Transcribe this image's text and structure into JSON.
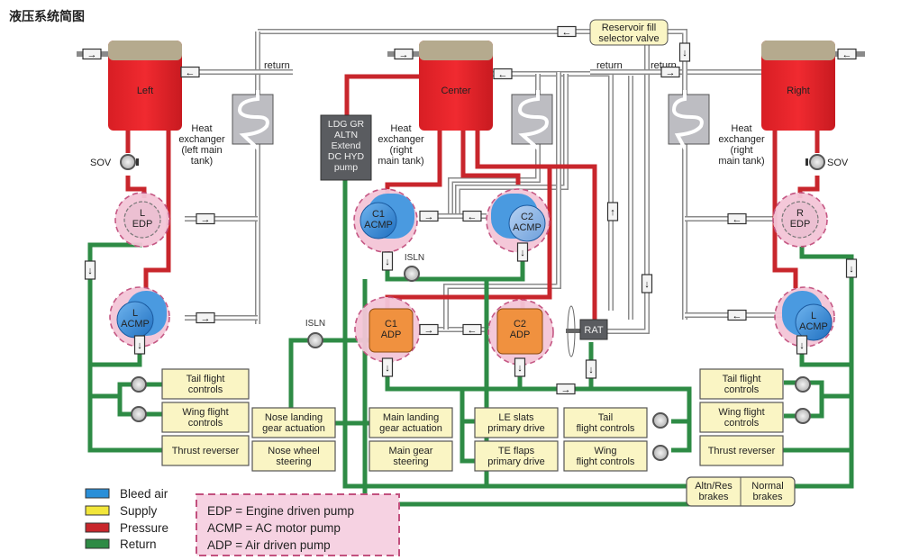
{
  "title": "液压系统简图",
  "colors": {
    "bleed_air": "#2a8fd8",
    "supply": "#f2e63a",
    "pressure": "#c8262c",
    "return": "#2e8b45",
    "tank_fill": "#e8262c",
    "halo": "#f4c6d8",
    "adp_fill": "#f0913f",
    "acmp_fill": "#3a8fdc",
    "box_fill": "#faf5c4",
    "dark_box": "#5a5c60"
  },
  "tanks": {
    "left": "Left",
    "center": "Center",
    "right": "Right"
  },
  "heat_exchangers": {
    "left": [
      "Heat",
      "exchanger",
      "(left main",
      "tank)"
    ],
    "center": [
      "Heat",
      "exchanger",
      "(right",
      "main tank)"
    ],
    "right": [
      "Heat",
      "exchanger",
      "(right",
      "main tank)"
    ]
  },
  "labels": {
    "return_left": "return",
    "return_center": "return",
    "return_right": "return",
    "sov_left": "SOV",
    "sov_right": "SOV",
    "isln_left": "ISLN",
    "isln_center": "ISLN"
  },
  "reservoir_valve": [
    "Reservoir fill",
    "selector valve"
  ],
  "ldg_pump": [
    "LDG GR",
    "ALTN",
    "Extend",
    "DC HYD",
    "pump"
  ],
  "pumps": {
    "l_edp": [
      "L",
      "EDP"
    ],
    "r_edp": [
      "R",
      "EDP"
    ],
    "l_acmp": [
      "L",
      "ACMP"
    ],
    "r_acmp": [
      "L",
      "ACMP"
    ],
    "c1_acmp": [
      "C1",
      "ACMP"
    ],
    "c2_acmp": [
      "C2",
      "ACMP"
    ],
    "c1_adp": [
      "C1",
      "ADP"
    ],
    "c2_adp": [
      "C2",
      "ADP"
    ],
    "rat": "RAT"
  },
  "systems": {
    "left": {
      "tail": [
        "Tail flight",
        "controls"
      ],
      "wing": [
        "Wing flight",
        "controls"
      ],
      "thrust": [
        "Thrust reverser"
      ]
    },
    "nose_gear": [
      "Nose landing",
      "gear actuation"
    ],
    "nose_steer": [
      "Nose wheel",
      "steering"
    ],
    "main_gear": [
      "Main landing",
      "gear actuation"
    ],
    "main_steer": [
      "Main gear",
      "steering"
    ],
    "le_slats": [
      "LE slats",
      "primary drive"
    ],
    "te_flaps": [
      "TE flaps",
      "primary drive"
    ],
    "center_tail": [
      "Tail",
      "flight controls"
    ],
    "center_wing": [
      "Wing",
      "flight controls"
    ],
    "right": {
      "tail": [
        "Tail flight",
        "controls"
      ],
      "wing": [
        "Wing flight",
        "controls"
      ],
      "thrust": [
        "Thrust reverser"
      ]
    },
    "altn_brakes": [
      "Altn/Res",
      "brakes"
    ],
    "normal_brakes": [
      "Normal",
      "brakes"
    ]
  },
  "legend": {
    "items": [
      {
        "label": "Bleed air",
        "color": "#2a8fd8"
      },
      {
        "label": "Supply",
        "color": "#f2e63a"
      },
      {
        "label": "Pressure",
        "color": "#c8262c"
      },
      {
        "label": "Return",
        "color": "#2e8b45"
      }
    ],
    "abbreviations": [
      "EDP = Engine driven pump",
      "ACMP = AC motor pump",
      "ADP = Air driven pump"
    ]
  }
}
